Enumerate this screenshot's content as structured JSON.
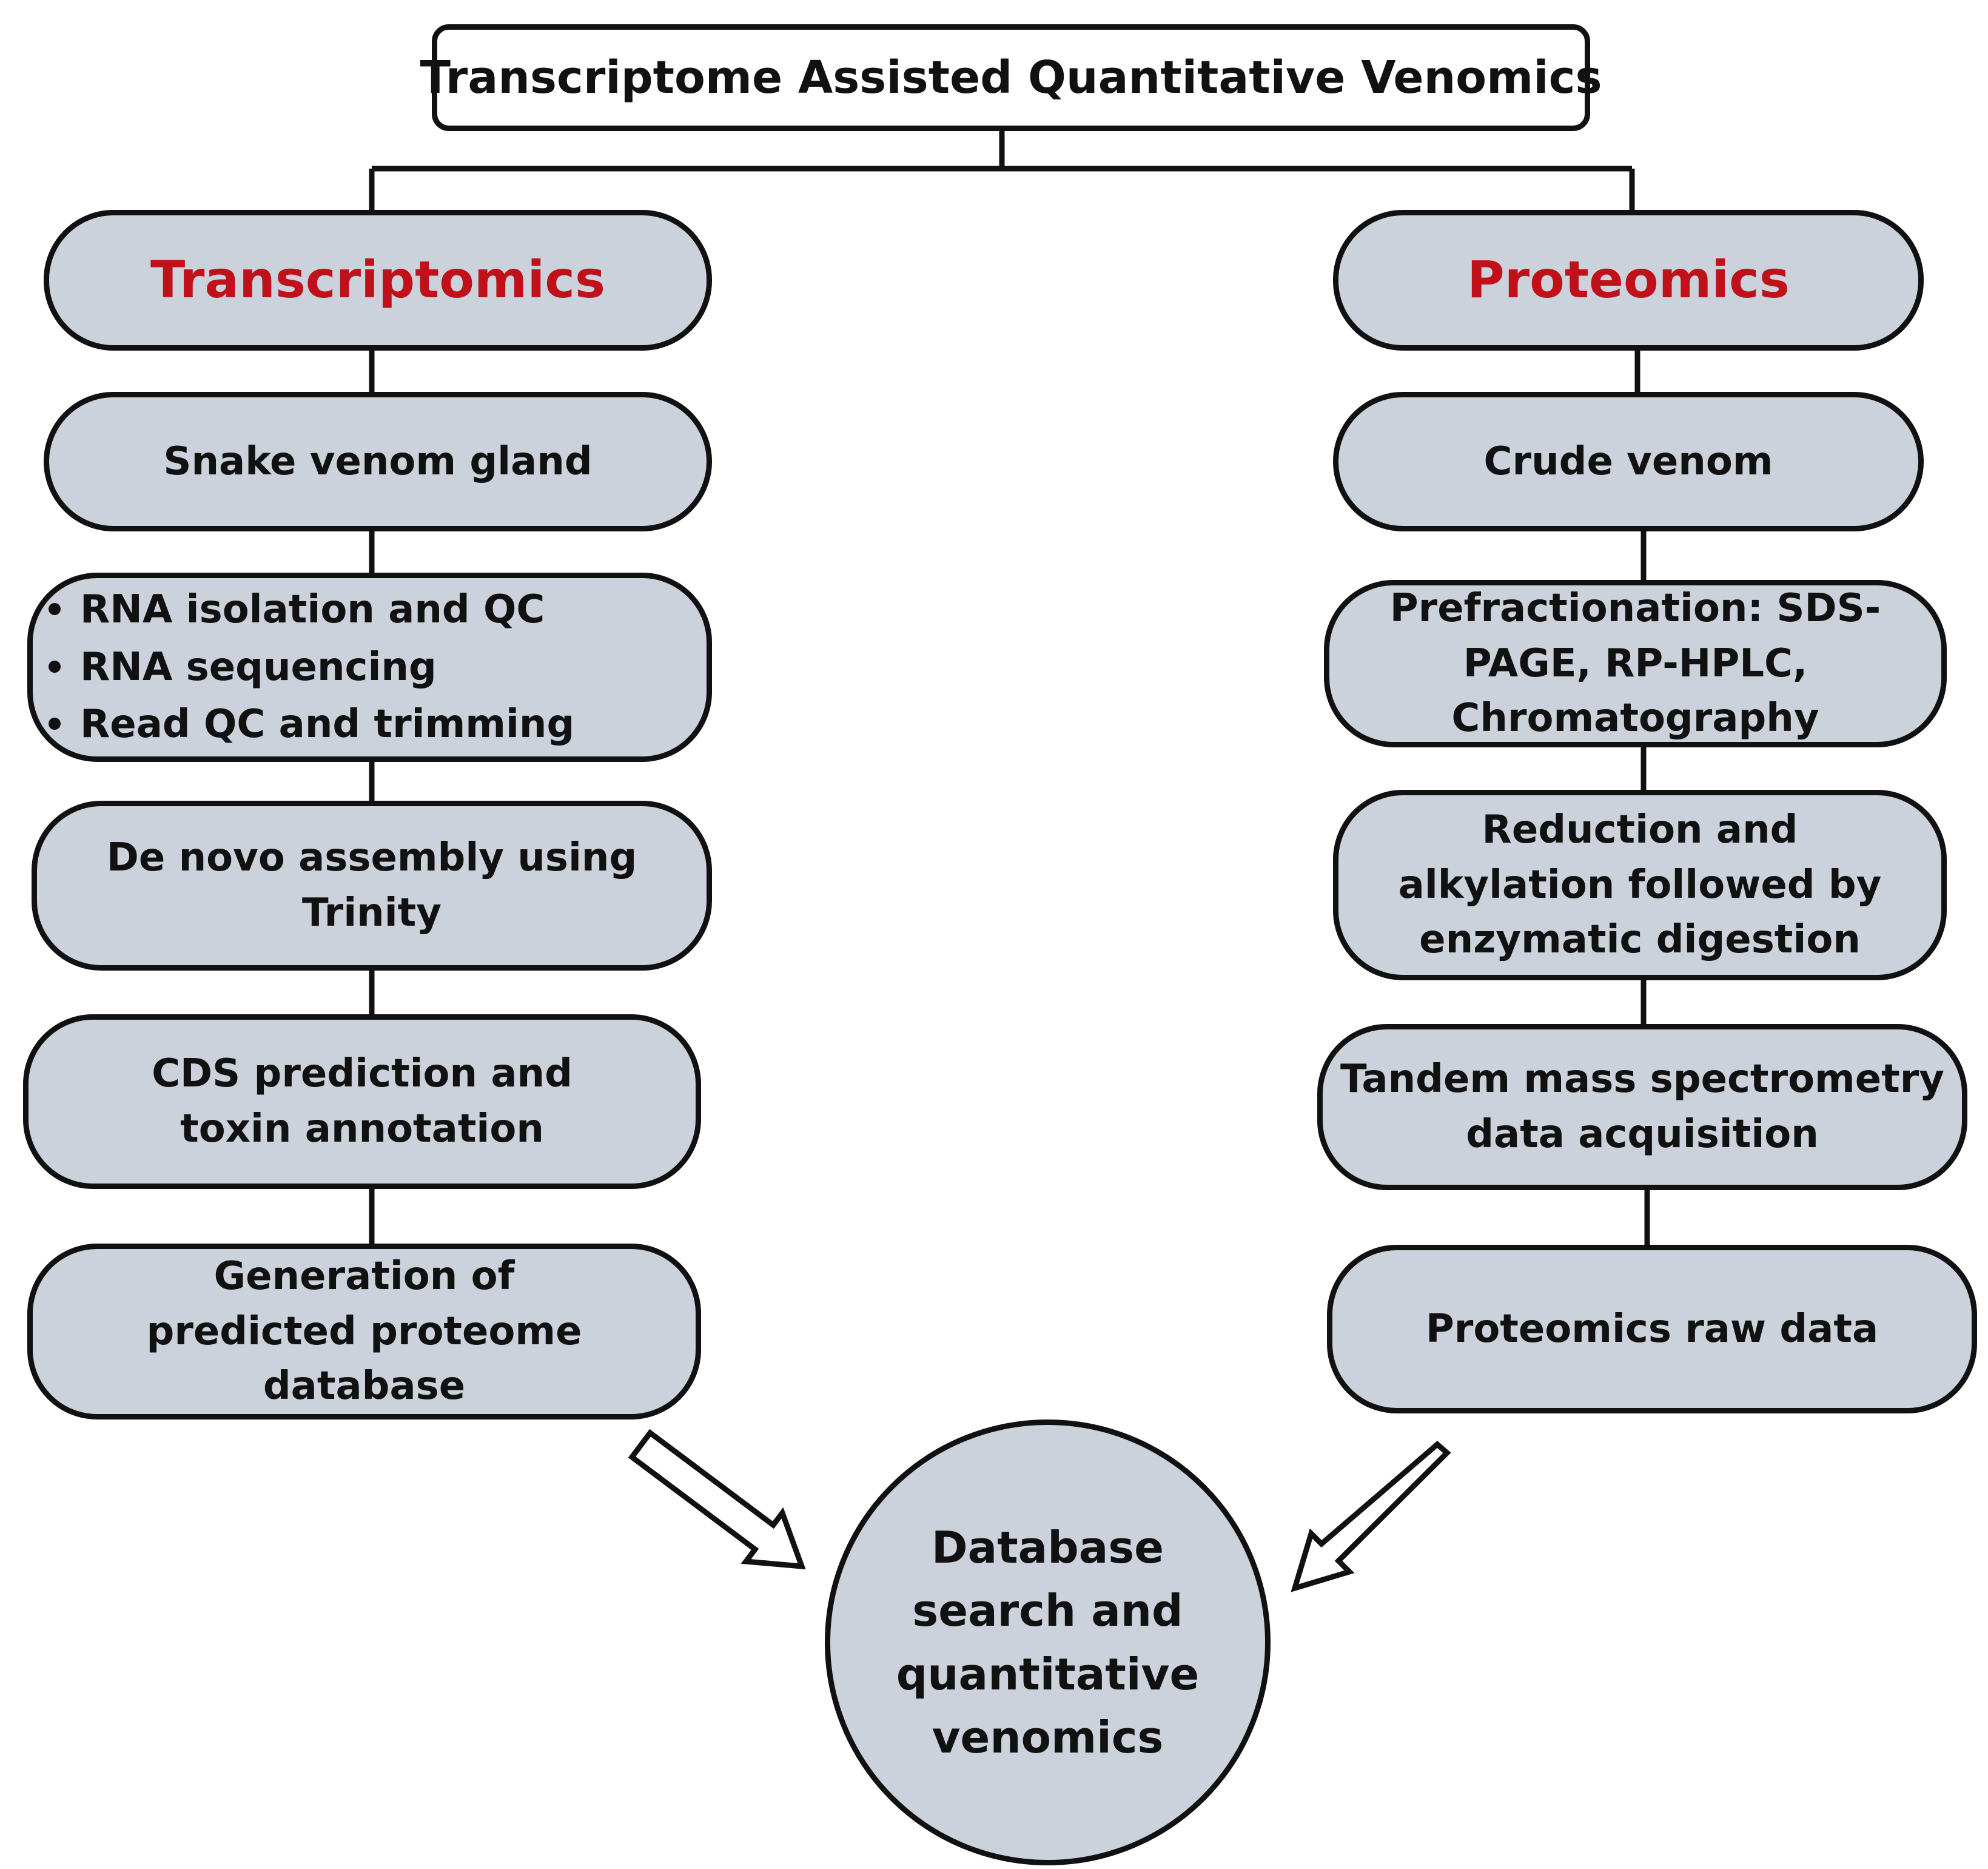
{
  "title": "Transcriptome Assisted Quantitative Venomics",
  "transcriptomics": {
    "header": "Transcriptomics",
    "steps": [
      "Snake venom gland",
      "De novo assembly using Trinity",
      "CDS prediction and toxin annotation",
      "Generation of predicted proteome database"
    ],
    "bullets": [
      "RNA isolation and QC",
      "RNA sequencing",
      "Read QC and trimming"
    ]
  },
  "proteomics": {
    "header": "Proteomics",
    "steps": [
      "Crude venom",
      "Prefractionation: SDS-PAGE, RP-HPLC, Chromatography",
      "Reduction and alkylation followed by enzymatic digestion",
      "Tandem mass spectrometry data acquisition",
      "Proteomics raw data"
    ]
  },
  "result": "Database search and quantitative venomics"
}
